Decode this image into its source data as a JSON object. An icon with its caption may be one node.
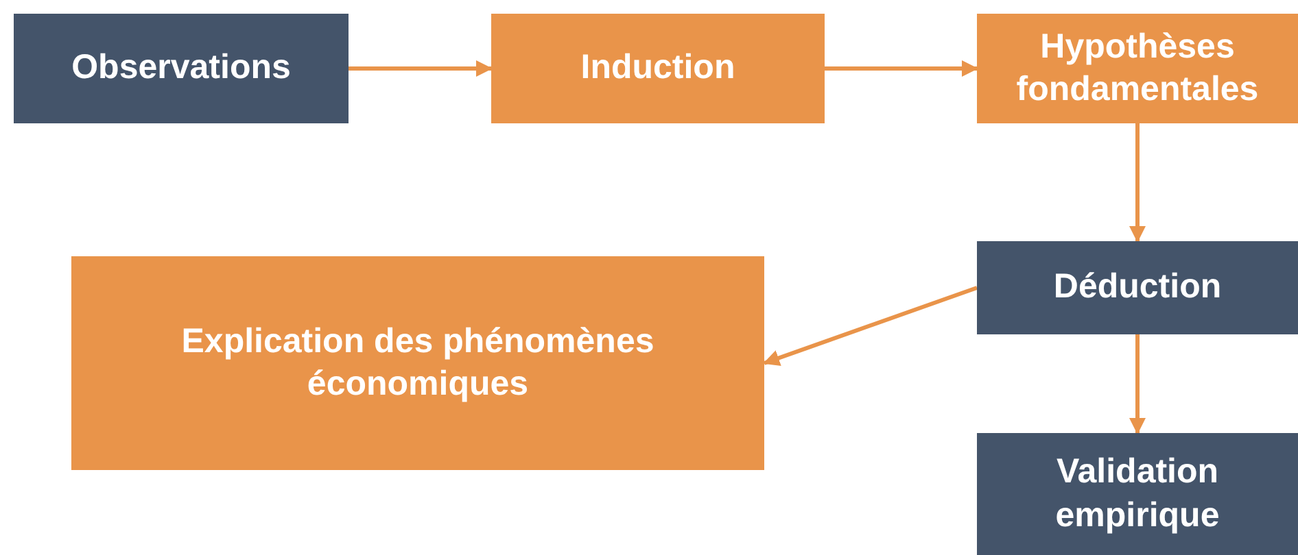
{
  "diagram": {
    "nodes": [
      {
        "text": [
          "Observations"
        ]
      },
      {
        "text": [
          "Induction"
        ]
      },
      {
        "text": [
          "Hypothèses fondamentales"
        ]
      },
      {
        "text": [
          "Déduction"
        ]
      },
      {
        "text": [
          "Explication des phénomènes économiques"
        ]
      },
      {
        "text": [
          "Validation empirique"
        ]
      }
    ],
    "edges": [
      {
        "from": 0,
        "to": 1,
        "arrow": "to"
      },
      {
        "from": 1,
        "to": 2,
        "arrow": "to"
      },
      {
        "from": 2,
        "to": 3,
        "arrow": "to"
      },
      {
        "from": 3,
        "to": 4,
        "arrow": "to"
      },
      {
        "from": 3,
        "to": 5,
        "arrow": "to"
      }
    ]
  }
}
